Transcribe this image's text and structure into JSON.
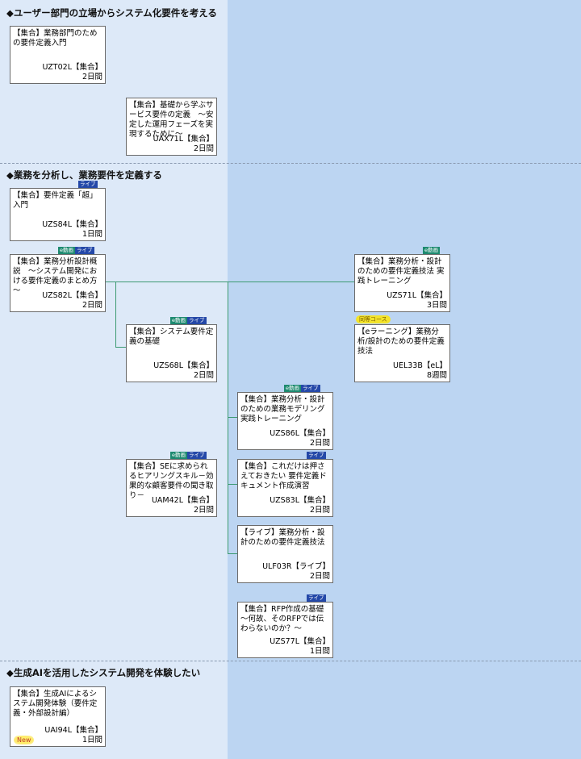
{
  "sections": [
    {
      "title": "◆ユーザー部門の立場からシステム化要件を考える"
    },
    {
      "title": "◆業務を分析し、業務要件を定義する"
    },
    {
      "title": "◆生成AIを活用したシステム開発を体験したい"
    }
  ],
  "labels": {
    "live": "ライブ",
    "movie": "e動画",
    "same_course": "同等コース",
    "new": "New"
  },
  "courses": [
    {
      "id": "UZT02L",
      "title": "【集合】業務部門のための要件定義入門",
      "code": "UZT02L【集合】",
      "duration": "2日間"
    },
    {
      "id": "UAX71L",
      "title": "【集合】基礎から学ぶサービス要件の定義　～安定した運用フェーズを実現するために～",
      "code": "UAX71L【集合】",
      "duration": "2日間"
    },
    {
      "id": "UZS84L",
      "title": "【集合】要件定義「超」入門",
      "code": "UZS84L【集合】",
      "duration": "1日間"
    },
    {
      "id": "UZS82L",
      "title": "【集合】業務分析設計概説　～システム開発における要件定義のまとめ方～",
      "code": "UZS82L【集合】",
      "duration": "2日間"
    },
    {
      "id": "UZS68L",
      "title": "【集合】システム要件定義の基礎",
      "code": "UZS68L【集合】",
      "duration": "2日間"
    },
    {
      "id": "UZS71L",
      "title": "【集合】業務分析・設計のための要件定義技法 実践トレーニング",
      "code": "UZS71L【集合】",
      "duration": "3日間"
    },
    {
      "id": "UEL33B",
      "title": "【eラーニング】業務分析/設計のための要件定義技法",
      "code": "UEL33B【eL】",
      "duration": "8週間"
    },
    {
      "id": "UZS86L",
      "title": "【集合】業務分析・設計のための業務モデリング　実践トレーニング",
      "code": "UZS86L【集合】",
      "duration": "2日間"
    },
    {
      "id": "UAM42L",
      "title": "【集合】SEに求められるヒアリングスキル－効果的な顧客要件の聞き取り－",
      "code": "UAM42L【集合】",
      "duration": "2日間"
    },
    {
      "id": "UZS83L",
      "title": "【集合】これだけは押さえておきたい 要件定義ドキュメント作成演習",
      "code": "UZS83L【集合】",
      "duration": "2日間"
    },
    {
      "id": "ULF03R",
      "title": "【ライブ】業務分析・設計のための要件定義技法",
      "code": "ULF03R【ライブ】",
      "duration": "2日間"
    },
    {
      "id": "UZS77L",
      "title": "【集合】RFP作成の基礎　～何故、そのRFPでは伝わらないのか？～",
      "code": "UZS77L【集合】",
      "duration": "1日間"
    },
    {
      "id": "UAI94L",
      "title": "【集合】生成AIによるシステム開発体験（要件定義・外部設計編）",
      "code": "UAI94L【集合】",
      "duration": "1日間"
    }
  ],
  "colors": {
    "band_left": "#dde9f8",
    "band_right": "#bcd5f2",
    "connector": "#3d9a72",
    "live_badge": "#2448a8",
    "movie_badge": "#1d8a70",
    "same_badge": "#f3e32a"
  }
}
